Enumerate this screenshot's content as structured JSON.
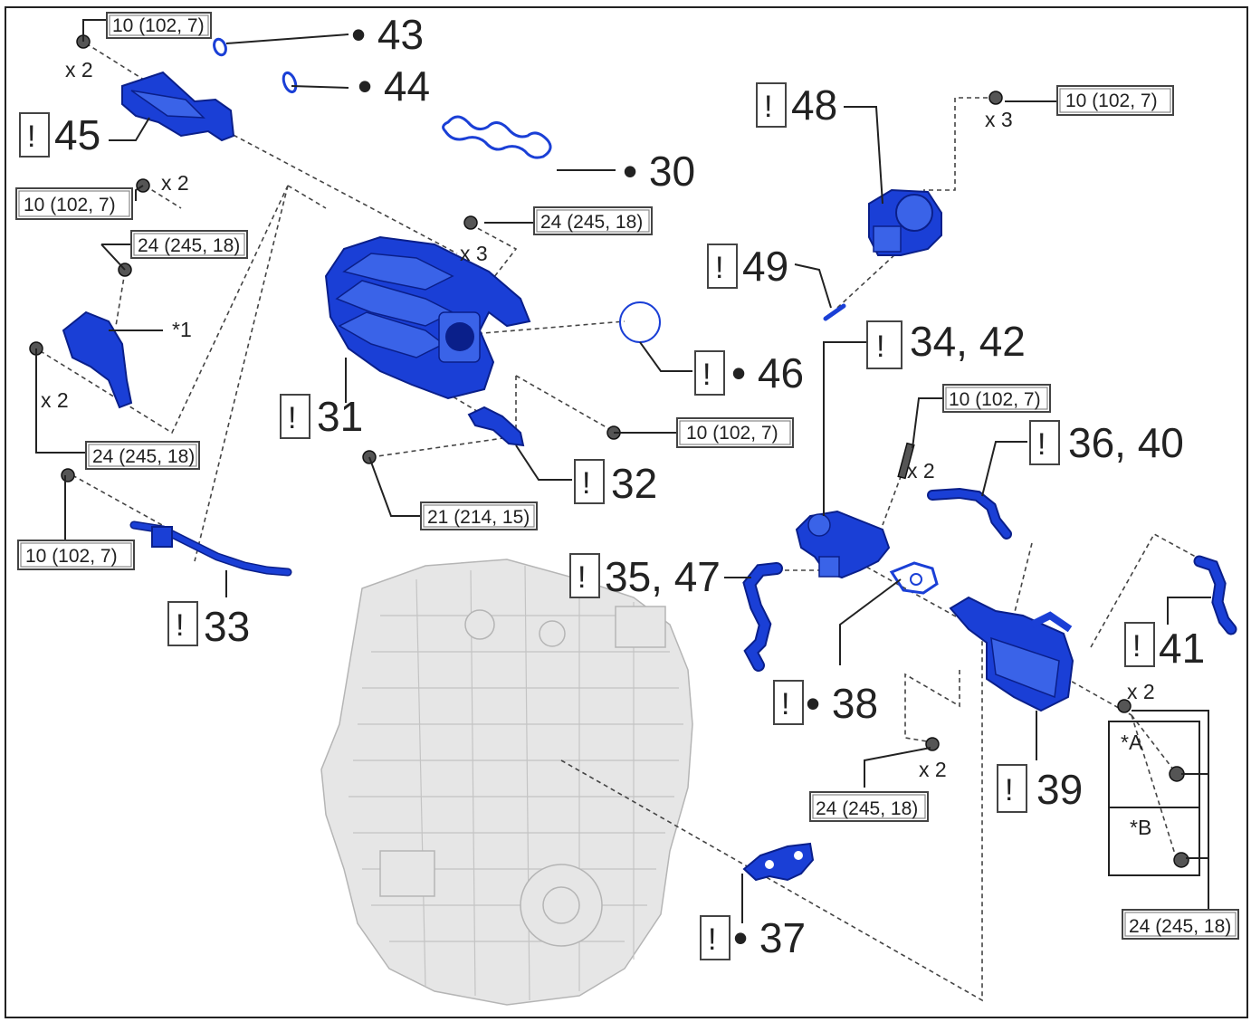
{
  "parts": {
    "p43": "• 43",
    "p44": "• 44",
    "p30": "• 30",
    "p45": "45",
    "p48": "48",
    "p49": "49",
    "p31": "31",
    "p46": "• 46",
    "p3442": "34, 42",
    "p32": "32",
    "p3640": "36, 40",
    "p3547": "35, 47",
    "p33": "33",
    "p41": "41",
    "p38": "• 38",
    "p39": "39",
    "p37": "• 37"
  },
  "torques": {
    "t1": "10 (102, 7)",
    "t2": "10 (102, 7)",
    "t3": "10 (102, 7)",
    "t4": "24 (245, 18)",
    "t5": "24 (245, 18)",
    "t6": "24 (245, 18)",
    "t7": "10 (102, 7)",
    "t8": "10 (102, 7)",
    "t9": "21 (214, 15)",
    "t10": "10 (102, 7)",
    "t11": "24 (245, 18)",
    "t12": "24 (245, 18)"
  },
  "multipliers": {
    "m1": "x 2",
    "m2": "x 2",
    "m3": "x 2",
    "m4": "x 3",
    "m5": "x 3",
    "m6": "x 2",
    "m7": "x 2",
    "m8": "x 2"
  },
  "notes": {
    "n1": "*1",
    "nA": "*A",
    "nB": "*B"
  },
  "warning_symbol": "!",
  "colors": {
    "part_blue": "#1a3fd6",
    "engine_gray": "#e6e6e6",
    "line": "#222222"
  }
}
